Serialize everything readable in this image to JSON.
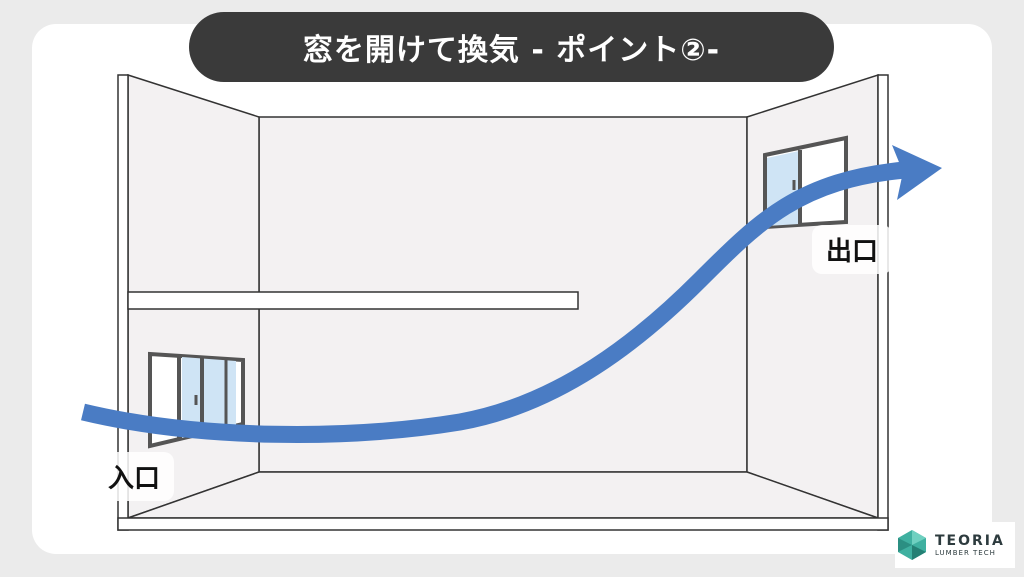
{
  "title": "窓を開けて換気 - ポイント②-",
  "labels": {
    "inlet": "入口",
    "outlet": "出口"
  },
  "logo": {
    "name": "TEORIA",
    "tagline": "LUMBER TECH"
  },
  "colors": {
    "airflow": "#4a7cc4",
    "glass": "#cfe4f5",
    "frame": "#5a5a5a",
    "title_bg": "#3a3a3a",
    "room_wall": "#f3f1f2"
  }
}
